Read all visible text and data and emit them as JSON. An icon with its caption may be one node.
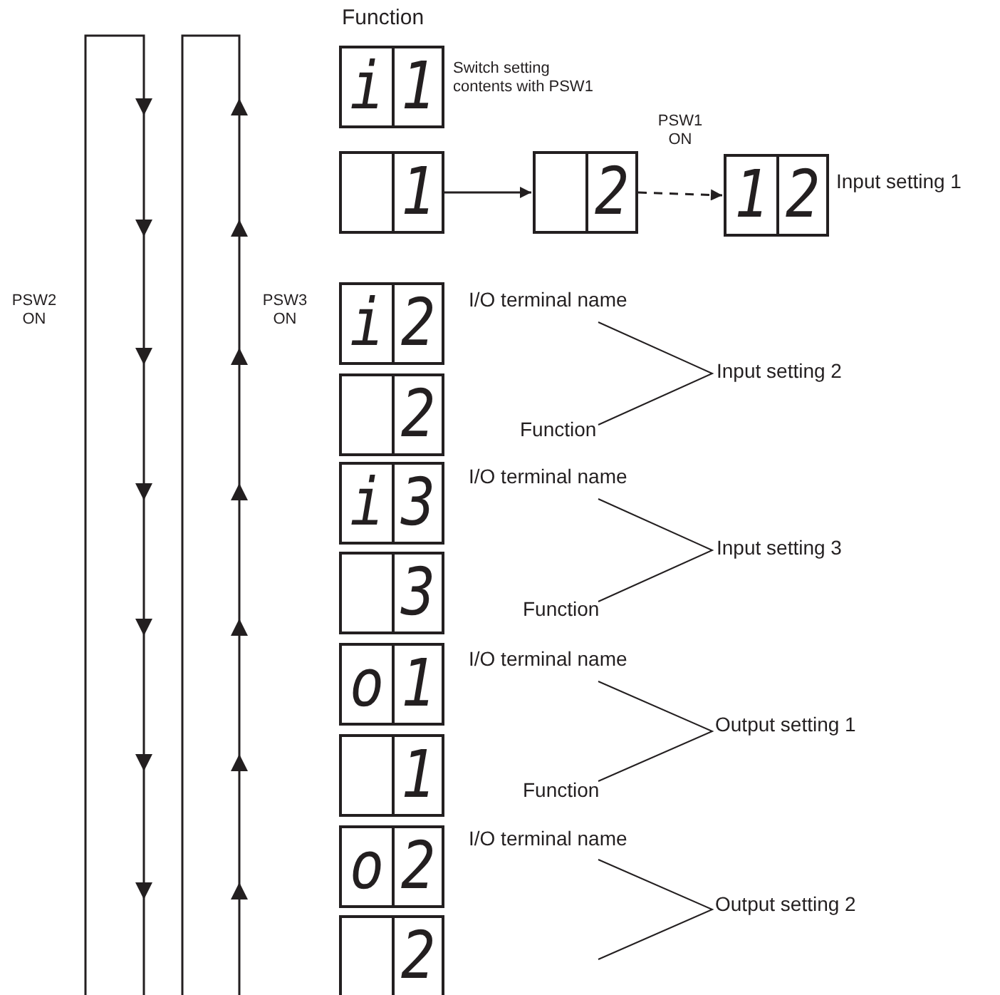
{
  "diagram": {
    "nodes": [
      {
        "text": [
          "i",
          "1"
        ]
      },
      {
        "text": [
          "1"
        ]
      },
      {
        "text": [
          "2"
        ]
      },
      {
        "text": [
          "1",
          "2"
        ],
        "beside": [
          "Input setting 1"
        ]
      },
      {
        "text": [
          "i",
          "2"
        ]
      },
      {
        "text": [
          "2"
        ]
      },
      {
        "text": [
          "i",
          "3"
        ]
      },
      {
        "text": [
          "3"
        ]
      },
      {
        "text": [
          "o",
          "1"
        ]
      },
      {
        "text": [
          "1"
        ]
      },
      {
        "text": [
          "o",
          "2"
        ]
      },
      {
        "text": [
          "2"
        ]
      }
    ],
    "edges": [
      {
        "from": 1,
        "to": 2,
        "arrow": "to"
      },
      {
        "from": 2,
        "to": 3,
        "arrow": "to",
        "style": "dashed",
        "label": "PSW1 ON"
      }
    ],
    "labels": [
      "Function",
      "Switch setting contents with PSW1",
      "PSW2 ON",
      "PSW3 ON",
      "I/O terminal name",
      "Input setting 2",
      "Function",
      "I/O terminal name",
      "Input setting 3",
      "Function",
      "I/O terminal name",
      "Output setting 1",
      "Function",
      "I/O terminal name",
      "Output setting 2"
    ]
  }
}
